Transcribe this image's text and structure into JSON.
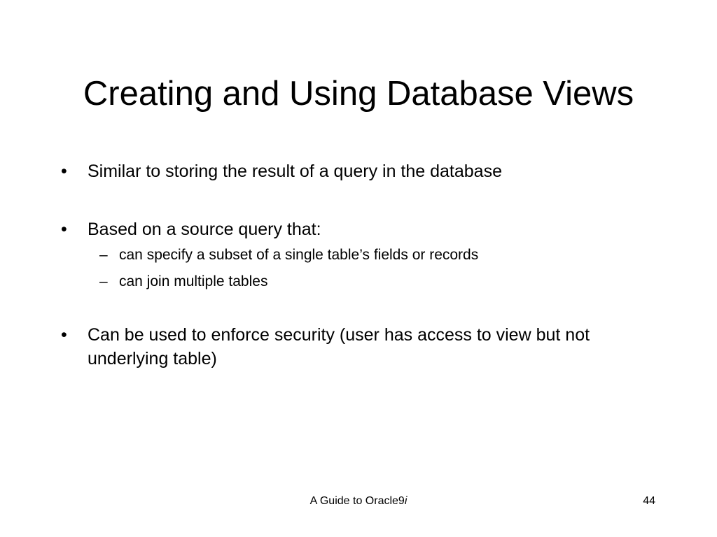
{
  "slide": {
    "title": "Creating and Using Database Views",
    "bullets": [
      {
        "mark": "•",
        "text": "Similar to storing the result of a query in the database"
      },
      {
        "mark": "•",
        "text": "Based on a source query that:"
      },
      {
        "mark": "•",
        "text": "Can be used to enforce security (user has access to view but not underlying table)"
      }
    ],
    "sub_bullets": [
      {
        "mark": "–",
        "text": "can specify a subset of a single table’s fields or records"
      },
      {
        "mark": "–",
        "text": "can join multiple tables"
      }
    ],
    "footer": {
      "text_main": "A Guide to Oracle9",
      "text_italic": "i",
      "page_number": "44"
    }
  },
  "colors": {
    "background": "#ffffff",
    "text": "#000000"
  }
}
